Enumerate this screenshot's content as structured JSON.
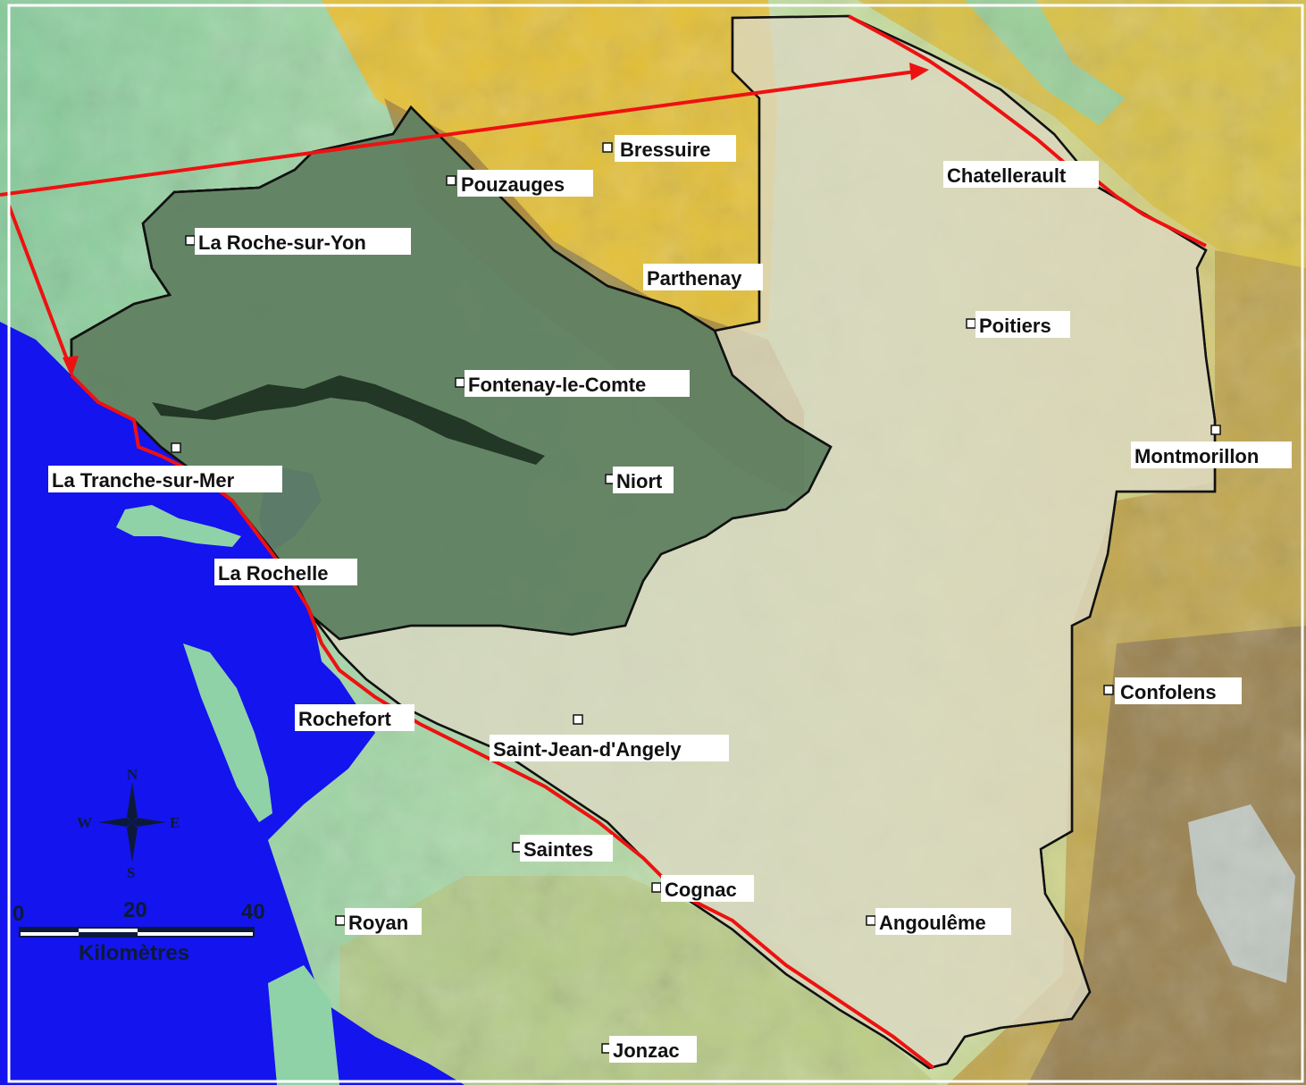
{
  "colors": {
    "sea": "#1414ee",
    "coastal_plain": "#8fd2a0",
    "lowland": "#b7dfb2",
    "upland_yellow": "#e8c43a",
    "highland_brown": "#8c6a3a",
    "aquifer_grid_fill": "#d9d6c4",
    "north_sub_domain": "#4d7a55",
    "boundary_red": "#ee1111",
    "outline_black": "#111111",
    "label_bg": "#ffffff"
  },
  "towns": [
    {
      "name": "Bressuire"
    },
    {
      "name": "Pouzauges"
    },
    {
      "name": "La Roche-sur-Yon"
    },
    {
      "name": "Parthenay"
    },
    {
      "name": "Chatellerault"
    },
    {
      "name": "Poitiers"
    },
    {
      "name": "Fontenay-le-Comte"
    },
    {
      "name": "Montmorillon"
    },
    {
      "name": "La Tranche-sur-Mer"
    },
    {
      "name": "Niort"
    },
    {
      "name": "La Rochelle"
    },
    {
      "name": "Confolens"
    },
    {
      "name": "Rochefort"
    },
    {
      "name": "Saint-Jean-d'Angely"
    },
    {
      "name": "Saintes"
    },
    {
      "name": "Cognac"
    },
    {
      "name": "Royan"
    },
    {
      "name": "Angoulême"
    },
    {
      "name": "Jonzac"
    }
  ],
  "compass": {
    "n": "N",
    "s": "S",
    "e": "E",
    "w": "W"
  },
  "scale_bar": {
    "ticks": [
      "0",
      "20",
      "40"
    ],
    "unit": "Kilomètres"
  }
}
